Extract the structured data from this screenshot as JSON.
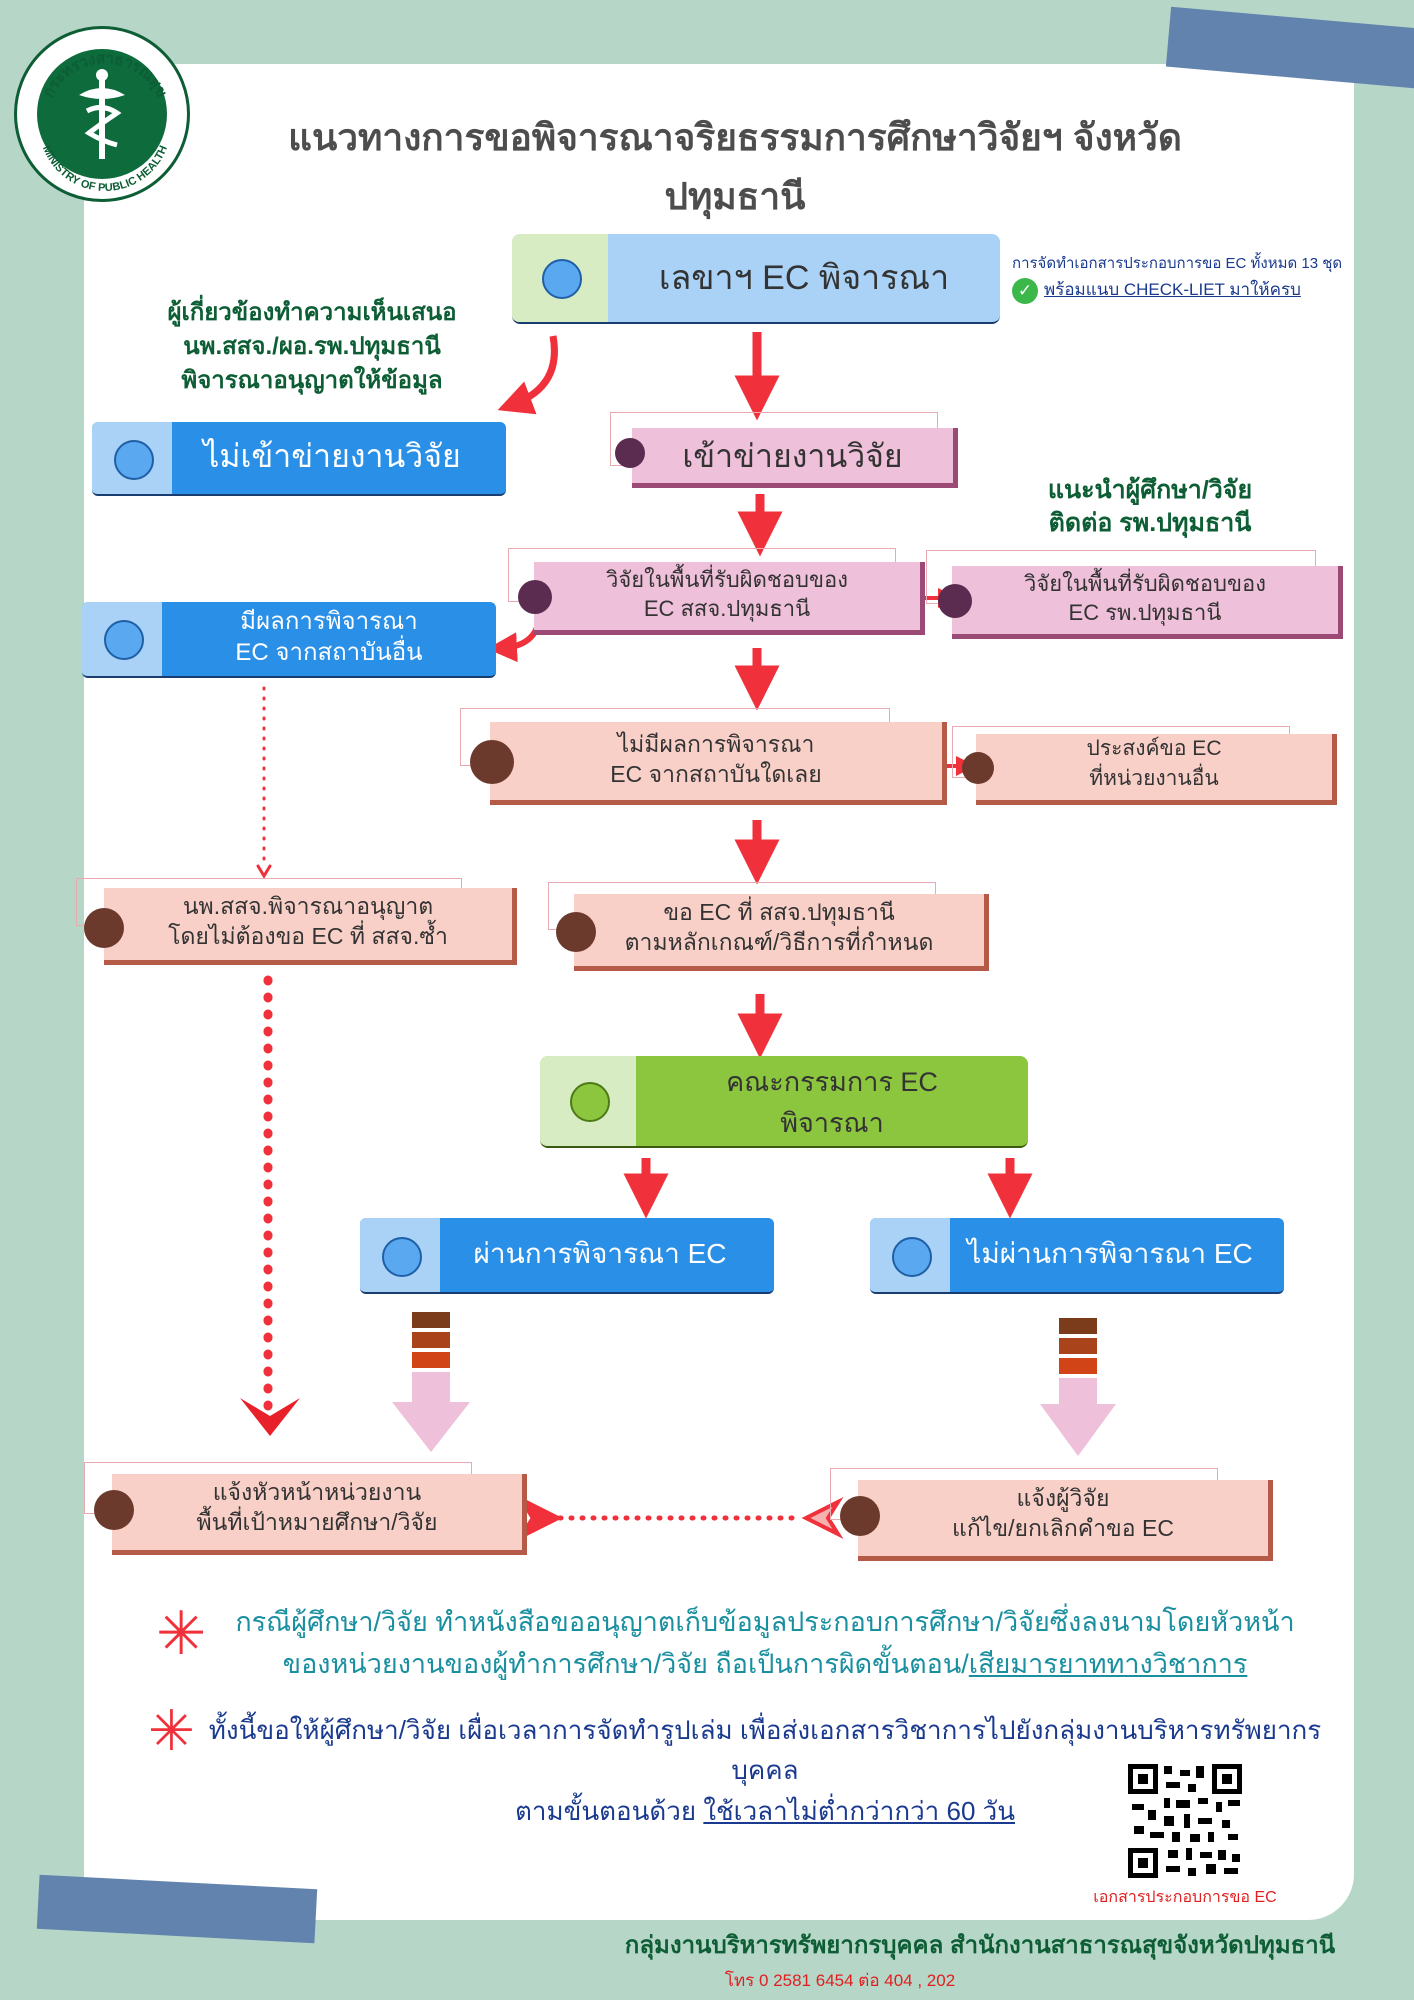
{
  "logo": {
    "text_top": "กระทรวงสาธารณสุข",
    "text_bottom": "MINISTRY OF PUBLIC HEALTH",
    "color": "#0d6b3c"
  },
  "title": "แนวทางการขอพิจารณาจริยธรรมการศึกษาวิจัยฯ จังหวัดปทุมธานี",
  "boxes": {
    "secretary": "เลขาฯ EC พิจารณา",
    "checklist_note_1": "การจัดทำเอกสารประกอบการขอ EC ทั้งหมด 13 ชุด",
    "checklist_note_2": "พร้อมแนบ CHECK-LIET มาให้ครบ",
    "stakeholder_1": "ผู้เกี่ยวข้องทำความเห็นเสนอ",
    "stakeholder_2": "นพ.สสจ./ผอ.รพ.ปทุมธานี",
    "stakeholder_3": "พิจารณาอนุญาตให้ข้อมูล",
    "not_in_network": "ไม่เข้าข่ายงานวิจัย",
    "in_network": "เข้าข่ายงานวิจัย",
    "advise_1": "แนะนำผู้ศึกษา/วิจัย",
    "advise_2": "ติดต่อ รพ.ปทุมธานี",
    "area_ssj_1": "วิจัยในพื้นที่รับผิดชอบของ",
    "area_ssj_2": "EC สสจ.ปทุมธานี",
    "area_hosp_1": "วิจัยในพื้นที่รับผิดชอบของ",
    "area_hosp_2": "EC รพ.ปทุมธานี",
    "other_inst_1": "มีผลการพิจารณา",
    "other_inst_2": "EC จากสถาบันอื่น",
    "no_result_1": "ไม่มีผลการพิจารณา",
    "no_result_2": "EC จากสถาบันใดเลย",
    "other_unit_1": "ประสงค์ขอ EC",
    "other_unit_2": "ที่หน่วยงานอื่น",
    "director_1": "นพ.สสจ.พิจารณาอนุญาต",
    "director_2": "โดยไม่ต้องขอ EC ที่ สสจ.ซ้ำ",
    "request_1": "ขอ EC  ที่ สสจ.ปทุมธานี",
    "request_2": "ตามหลักเกณฑ์/วิธีการที่กำหนด",
    "committee_1": "คณะกรรมการ EC",
    "committee_2": "พิจารณา",
    "pass": "ผ่านการพิจารณา EC",
    "fail": "ไม่ผ่านการพิจารณา EC",
    "notify_head_1": "แจ้งหัวหน้าหน่วยงาน",
    "notify_head_2": "พื้นที่เป้าหมายศึกษา/วิจัย",
    "notify_researcher_1": "แจ้งผู้วิจัย",
    "notify_researcher_2": "แก้ไข/ยกเลิกคำขอ EC"
  },
  "notes": {
    "note1_line1": "กรณีผู้ศึกษา/วิจัย ทำหนังสือขออนุญาตเก็บข้อมูลประกอบการศึกษา/วิจัยซึ่งลงนามโดยหัวหน้า",
    "note1_line2a": "ของหน่วยงานของผู้ทำการศึกษา/วิจัย ถือเป็นการผิดขั้นตอน/",
    "note1_line2b": "เสียมารยาททางวิชาการ",
    "note2_line1": "ทั้งนี้ขอให้ผู้ศึกษา/วิจัย เผื่อเวลาการจัดทำรูปเล่ม เพื่อส่งเอกสารวิชาการไปยังกลุ่มงานบริหารทรัพยากรบุคคล",
    "note2_line2a": "ตามขั้นตอนด้วย ",
    "note2_line2b": "ใช้เวลาไม่ต่ำกว่ากว่า 60 วัน"
  },
  "qr_caption": "เอกสารประกอบการขอ EC",
  "footer": {
    "org": "กลุ่มงานบริหารทรัพยากรบุคคล สำนักงานสาธารณสุขจังหวัดปทุมธานี",
    "phone": "โทร 0 2581 6454 ต่อ 404 , 202"
  },
  "colors": {
    "background": "#b6d6c8",
    "blue_box": "#2a8fe6",
    "green_box": "#8cc63f",
    "arrow_red": "#f0303a",
    "note_teal": "#1a8fa0",
    "note_navy": "#1a3a8f"
  }
}
